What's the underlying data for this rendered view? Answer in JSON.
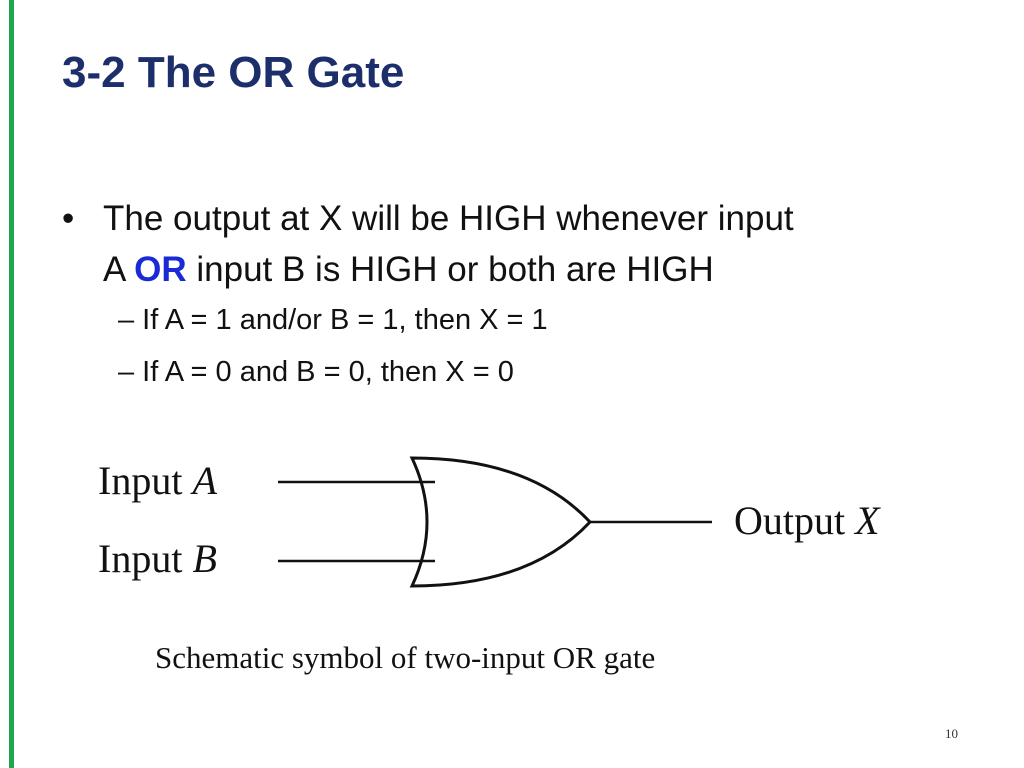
{
  "slide": {
    "title": "3-2 The OR Gate",
    "bullet": {
      "symbol": "•",
      "line1": "The output at X will be HIGH whenever input",
      "line2_start": "A ",
      "line2_emphasis": "OR",
      "line2_end": " input B is HIGH or both are HIGH"
    },
    "sub_bullets": [
      "– If A = 1 and/or B = 1, then X = 1",
      "– If A = 0 and B = 0, then X = 0"
    ],
    "diagram": {
      "input_a_text": "Input ",
      "input_a_var": "A",
      "input_b_text": "Input ",
      "input_b_var": "B",
      "output_text": "Output ",
      "output_var": "X"
    },
    "caption": "Schematic symbol of two-input OR gate",
    "page_number": "10",
    "colors": {
      "title": "#1d2f6b",
      "emphasis": "#1a2bd6",
      "left_rule": "#1fa64a"
    }
  }
}
